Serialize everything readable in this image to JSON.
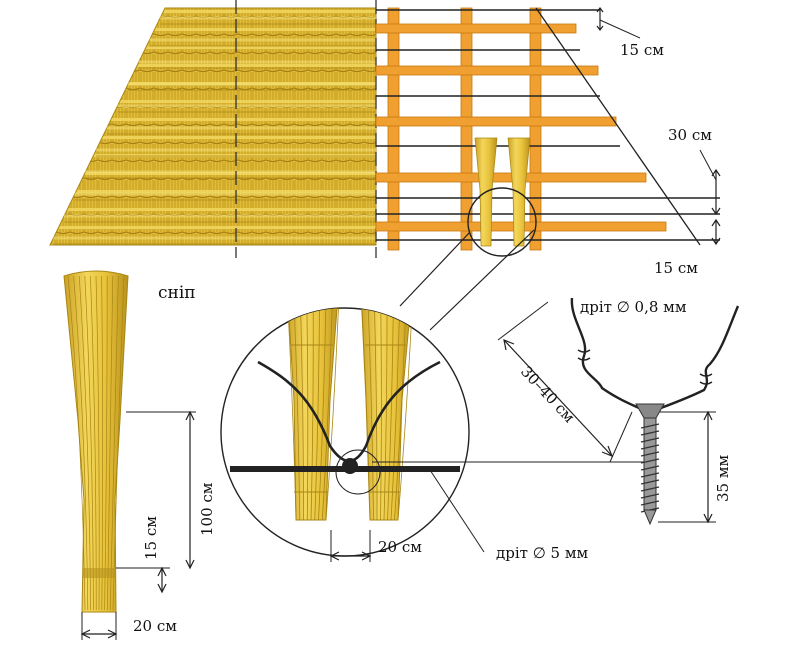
{
  "labels": {
    "batten_spacing": "15 см",
    "layer_offset": "30 см",
    "bottom_spacing": "15 см",
    "sheaf": "сніп",
    "sheaf_length": "100 см",
    "sheaf_tie": "15 см",
    "sheaf_width": "20 см",
    "thin_wire": "дріт ∅ 0,8 мм",
    "screw_spacing": "30–40 см",
    "screw_length": "35 мм",
    "bundle_gap": "20 см",
    "thick_wire": "дріт ∅ 5 мм"
  },
  "colors": {
    "straw": "#e8c23a",
    "straw_dark": "#b8921c",
    "straw_light": "#f6e27a",
    "batten": "#f0a030",
    "batten_edge": "#c87810",
    "wire": "#222222",
    "screw": "#777777"
  }
}
